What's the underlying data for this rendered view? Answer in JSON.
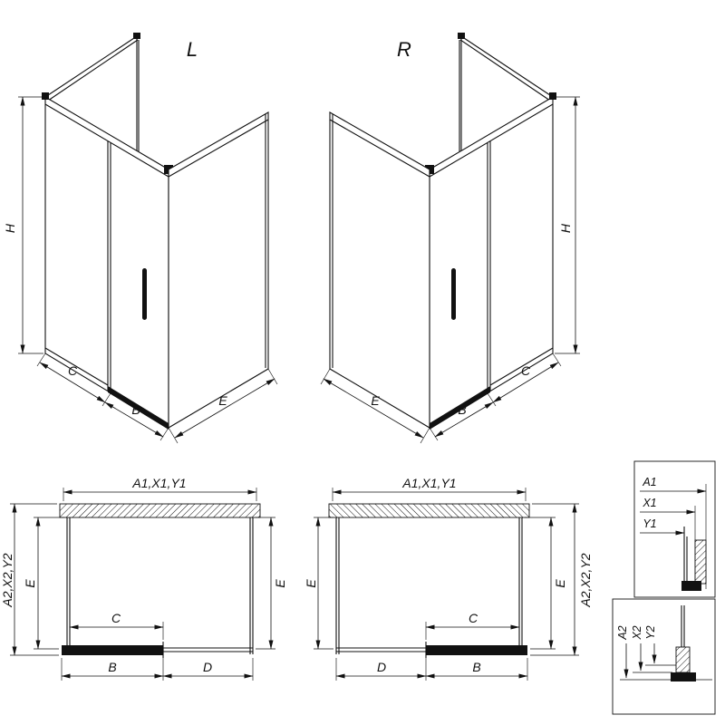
{
  "drawing": {
    "background": "#ffffff",
    "line_color": "#111111",
    "views": {
      "iso_left": {
        "label": "L",
        "dim_height": "H",
        "dim_fixed": "C",
        "dim_door": "B",
        "dim_side": "E"
      },
      "iso_right": {
        "label": "R",
        "dim_height": "H",
        "dim_fixed": "C",
        "dim_door": "B",
        "dim_side": "E"
      },
      "plan_left": {
        "dim_width": "A1,X1,Y1",
        "dim_outer": "A2,X2,Y2",
        "dim_depth_left": "E",
        "dim_depth_right": "E",
        "dim_opening": "C",
        "dim_door": "B",
        "dim_fixed": "D"
      },
      "plan_right": {
        "dim_width": "A1,X1,Y1",
        "dim_outer": "A2,X2,Y2",
        "dim_depth_left": "E",
        "dim_depth_right": "E",
        "dim_opening": "C",
        "dim_door": "B",
        "dim_fixed": "D"
      },
      "detail_top": {
        "dims": [
          "A1",
          "X1",
          "Y1"
        ]
      },
      "detail_bottom": {
        "dims": [
          "A2",
          "X2",
          "Y2"
        ]
      }
    }
  }
}
